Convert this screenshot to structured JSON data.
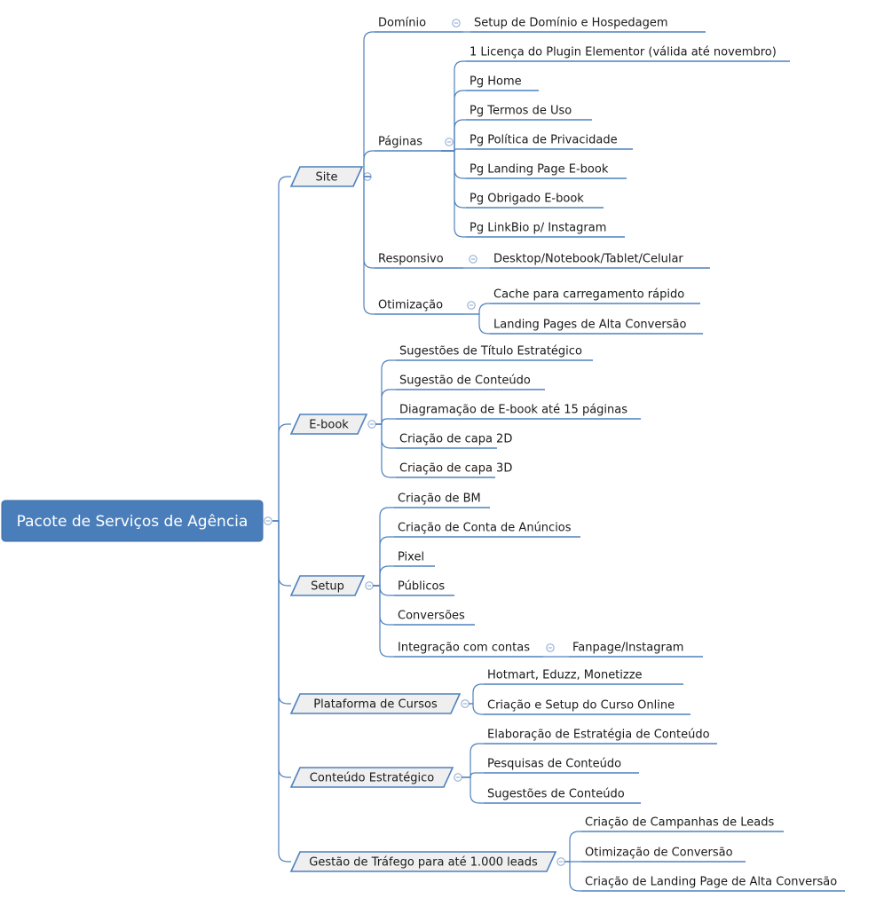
{
  "root": {
    "label": "Pacote de Serviços de Agência"
  },
  "branches": [
    {
      "label": "Site",
      "children": [
        {
          "label": "Domínio",
          "children": [
            {
              "label": "Setup de Domínio e Hospedagem"
            }
          ]
        },
        {
          "label": "Páginas",
          "children": [
            {
              "label": "1 Licença do Plugin Elementor (válida até novembro)"
            },
            {
              "label": "Pg Home"
            },
            {
              "label": "Pg Termos de Uso"
            },
            {
              "label": "Pg Política de Privacidade"
            },
            {
              "label": "Pg Landing Page E-book"
            },
            {
              "label": "Pg Obrigado E-book"
            },
            {
              "label": "Pg LinkBio p/ Instagram"
            }
          ]
        },
        {
          "label": "Responsivo",
          "children": [
            {
              "label": "Desktop/Notebook/Tablet/Celular"
            }
          ]
        },
        {
          "label": "Otimização",
          "children": [
            {
              "label": "Cache para carregamento rápido"
            },
            {
              "label": "Landing Pages de Alta Conversão"
            }
          ]
        }
      ]
    },
    {
      "label": "E-book",
      "children": [
        {
          "label": "Sugestões de Título Estratégico"
        },
        {
          "label": "Sugestão de Conteúdo"
        },
        {
          "label": "Diagramação de E-book até 15 páginas"
        },
        {
          "label": "Criação de capa 2D"
        },
        {
          "label": "Criação de capa 3D"
        }
      ]
    },
    {
      "label": "Setup",
      "children": [
        {
          "label": "Criação de BM"
        },
        {
          "label": "Criação de Conta de Anúncios"
        },
        {
          "label": "Pixel"
        },
        {
          "label": "Públicos"
        },
        {
          "label": "Conversões"
        },
        {
          "label": "Integração com contas",
          "children": [
            {
              "label": "Fanpage/Instagram"
            }
          ]
        }
      ]
    },
    {
      "label": "Plataforma de Cursos",
      "children": [
        {
          "label": "Hotmart, Eduzz, Monetizze"
        },
        {
          "label": "Criação e Setup do Curso Online"
        }
      ]
    },
    {
      "label": "Conteúdo Estratégico",
      "children": [
        {
          "label": "Elaboração de Estratégia de Conteúdo"
        },
        {
          "label": "Pesquisas de Conteúdo"
        },
        {
          "label": "Sugestões de Conteúdo"
        }
      ]
    },
    {
      "label": "Gestão de Tráfego para até 1.000 leads",
      "children": [
        {
          "label": "Criação de Campanhas de Leads"
        },
        {
          "label": "Otimização de Conversão"
        },
        {
          "label": "Criação de Landing Page de Alta Conversão"
        }
      ]
    }
  ],
  "colors": {
    "root_fill": "#4a7ebb",
    "line": "#4f81bd",
    "branch_fill": "#efefef",
    "text": "#1a1a1a",
    "collapse": "#8aa7cf"
  }
}
